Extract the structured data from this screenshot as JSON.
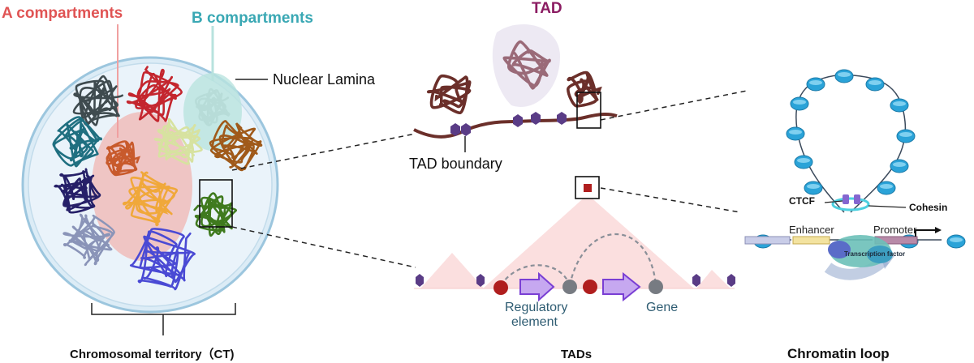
{
  "labels": {
    "a_compartments": "A  compartments",
    "b_compartments": "B  compartments",
    "nuclear_lamina": "Nuclear Lamina",
    "tad_title": "TAD",
    "tad_boundary": "TAD boundary",
    "regulatory_line1": "Regulatory",
    "regulatory_line2": "element",
    "gene": "Gene",
    "ctcf": "CTCF",
    "cohesin": "Cohesin",
    "enhancer": "Enhancer",
    "promoter": "Promoter",
    "transcription_factor": "Transcription factor"
  },
  "captions": {
    "ct": "Chromosomal territory（CT)",
    "tads": "TADs",
    "loop": "Chromatin loop"
  },
  "colors": {
    "a_comp": "#e05454",
    "b_comp": "#3aa8b4",
    "tad_title": "#8b1c62",
    "chain": "#6b2f2a",
    "boundary": "#5a3c86",
    "nucleosome": "#2aa3d8",
    "arrow": "#8a5ad8",
    "triangle": "#fbdcdc",
    "gene_text": "#2e5c72"
  }
}
